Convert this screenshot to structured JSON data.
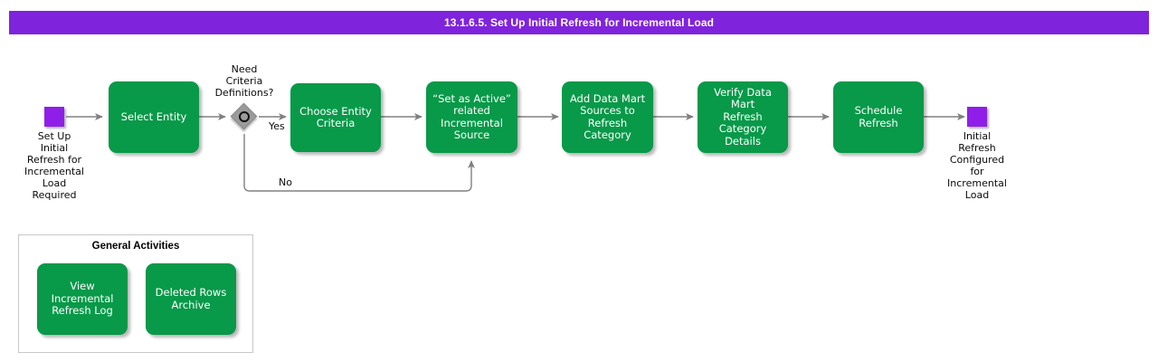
{
  "header": {
    "title": "13.1.6.5. Set Up Initial Refresh for Incremental Load",
    "background_color": "#7F23DC",
    "text_color": "#FFFFFF"
  },
  "theme": {
    "task_color": "#089949",
    "event_color": "#8F1FE8",
    "gateway_color": "#9B9B9B",
    "connector_color": "#808080",
    "panel_border_color": "#C8C8C8",
    "text_color": "#0A0A0A"
  },
  "diagram": {
    "type": "bpmn-process-flow",
    "start_event": {
      "name": "start-event",
      "label": "Set Up\nInitial\nRefresh for\nIncremental\nLoad\nRequired"
    },
    "end_event": {
      "name": "end-event",
      "label": "Initial\nRefresh\nConfigured\nfor\nIncremental\nLoad"
    },
    "gateway": {
      "name": "need-criteria-definitions-gateway",
      "label": "Need\nCriteria\nDefinitions?",
      "gateway_type": "inclusive"
    },
    "flow_labels": {
      "yes": "Yes",
      "no": "No"
    },
    "tasks": [
      {
        "id": "select-entity",
        "label": "Select Entity"
      },
      {
        "id": "choose-entity-criteria",
        "label": "Choose Entity\nCriteria"
      },
      {
        "id": "set-as-active-related-incremental-source",
        "label": "“Set as Active”\nrelated\nIncremental\nSource"
      },
      {
        "id": "add-data-mart-sources-to-refresh-category",
        "label": "Add Data Mart\nSources to\nRefresh\nCategory"
      },
      {
        "id": "verify-data-mart-refresh-category-details",
        "label": "Verify Data Mart\nRefresh\nCategory Details"
      },
      {
        "id": "schedule-refresh",
        "label": "Schedule\nRefresh"
      }
    ]
  },
  "general_activities": {
    "title": "General Activities",
    "tasks": [
      {
        "id": "view-incremental-refresh-log",
        "label": "View\nIncremental\nRefresh Log"
      },
      {
        "id": "deleted-rows-archive",
        "label": "Deleted Rows\nArchive"
      }
    ]
  }
}
